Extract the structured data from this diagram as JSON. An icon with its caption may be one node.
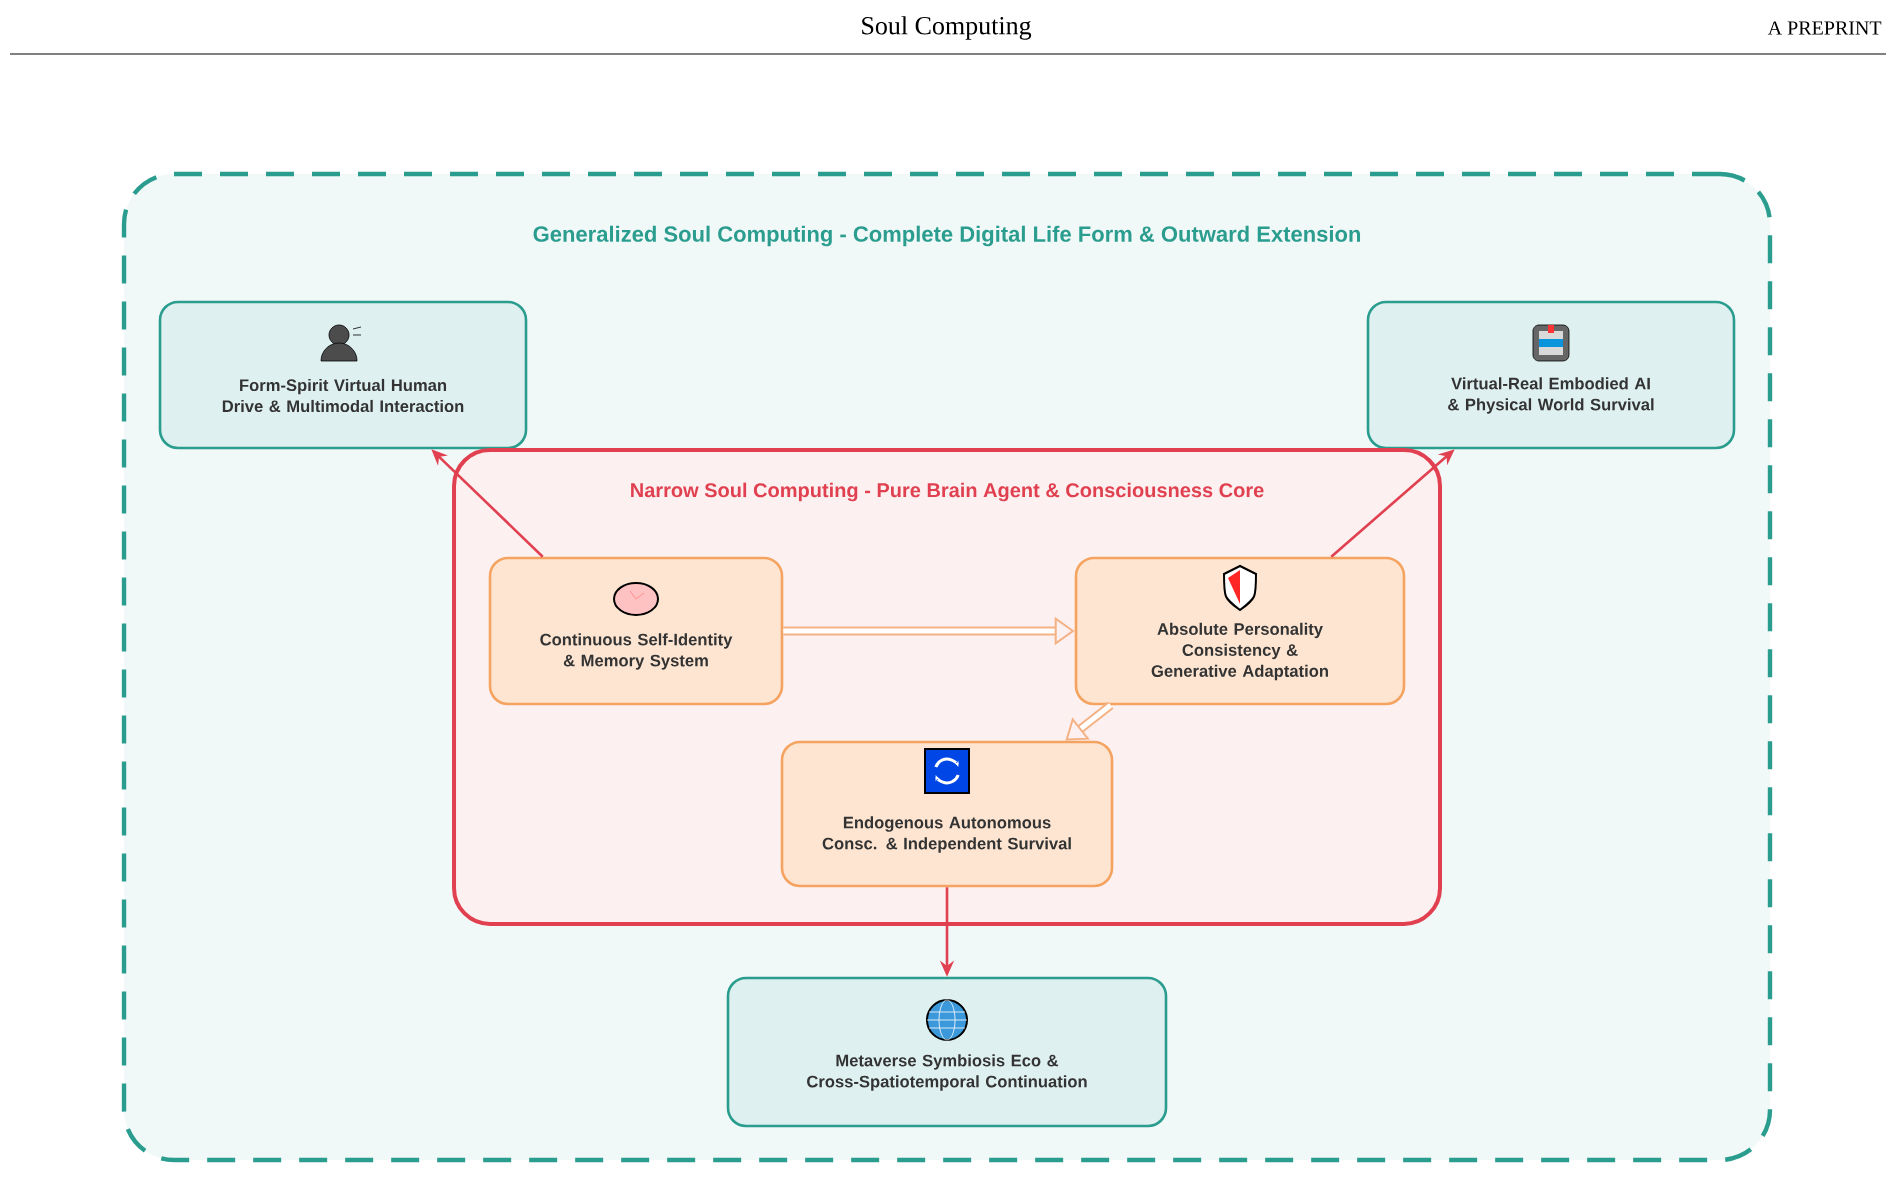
{
  "diagram": {
    "nodes": [
      {
        "text": [
          "Generalized Soul Computing - Complete Digital Life Form & Outward Extension"
        ]
      },
      {
        "text": [
          "Form-Spirit Virtual Human Drive & Multimodal Interaction"
        ],
        "in": 0
      },
      {
        "text": [
          "Virtual-Real Embodied AI & Physical World Survival"
        ],
        "in": 0
      },
      {
        "text": [
          "Narrow Soul Computing - Pure Brain Agent & Consciousness Core"
        ],
        "in": 0
      },
      {
        "text": [
          "Continuous Self-Identity & Memory System"
        ],
        "in": 3
      },
      {
        "text": [
          "Absolute Personality Consistency & Generative Adaptation"
        ],
        "in": 3
      },
      {
        "text": [
          "Endogenous Autonomous Consc. & Independent Survival"
        ],
        "in": 3
      },
      {
        "text": [
          "Metaverse Symbiosis Eco & Cross-Spatiotemporal Continuation"
        ],
        "in": 0
      }
    ],
    "edges": [
      {
        "from": 4,
        "to": 1,
        "arrow": "to"
      },
      {
        "from": 5,
        "to": 2,
        "arrow": "to"
      },
      {
        "from": 4,
        "to": 5,
        "arrow": "to",
        "style": "thick",
        "color": "#f4b183"
      },
      {
        "from": 5,
        "to": 6,
        "arrow": "to",
        "style": "thick",
        "color": "#f4b183"
      },
      {
        "from": 6,
        "to": 7,
        "arrow": "to"
      }
    ],
    "labels": [
      "Soul Computing",
      "A PREPRINT"
    ]
  }
}
